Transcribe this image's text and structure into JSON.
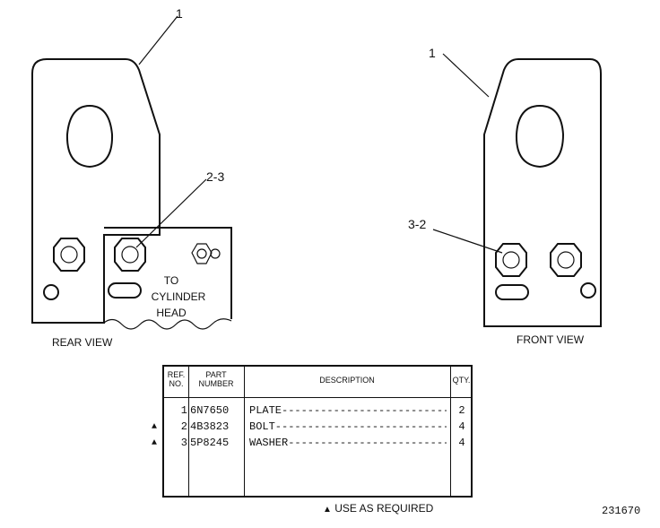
{
  "callouts": {
    "rear_plate": "1",
    "front_plate": "1",
    "rear_bolt": "2-3",
    "front_bolt": "3-2"
  },
  "views": {
    "rear": "REAR VIEW",
    "front": "FRONT VIEW"
  },
  "inset": {
    "line1": "TO",
    "line2": "CYLINDER",
    "line3": "HEAD"
  },
  "table": {
    "headers": {
      "ref": [
        "REF.",
        "NO."
      ],
      "part": [
        "PART",
        "NUMBER"
      ],
      "description": "DESCRIPTION",
      "qty": "QTY."
    },
    "rows": [
      {
        "ref": "1",
        "part": "6N7650",
        "description": "PLATE-----------------------------------",
        "qty": "2",
        "marked": false
      },
      {
        "ref": "2",
        "part": "4B3823",
        "description": "BOLT------------------------------------",
        "qty": "4",
        "marked": true
      },
      {
        "ref": "3",
        "part": "5P8245",
        "description": "WASHER----------------------------------",
        "qty": "4",
        "marked": true
      }
    ]
  },
  "legend": {
    "symbol": "▲",
    "text": "USE AS REQUIRED"
  },
  "figure_id": "231670"
}
